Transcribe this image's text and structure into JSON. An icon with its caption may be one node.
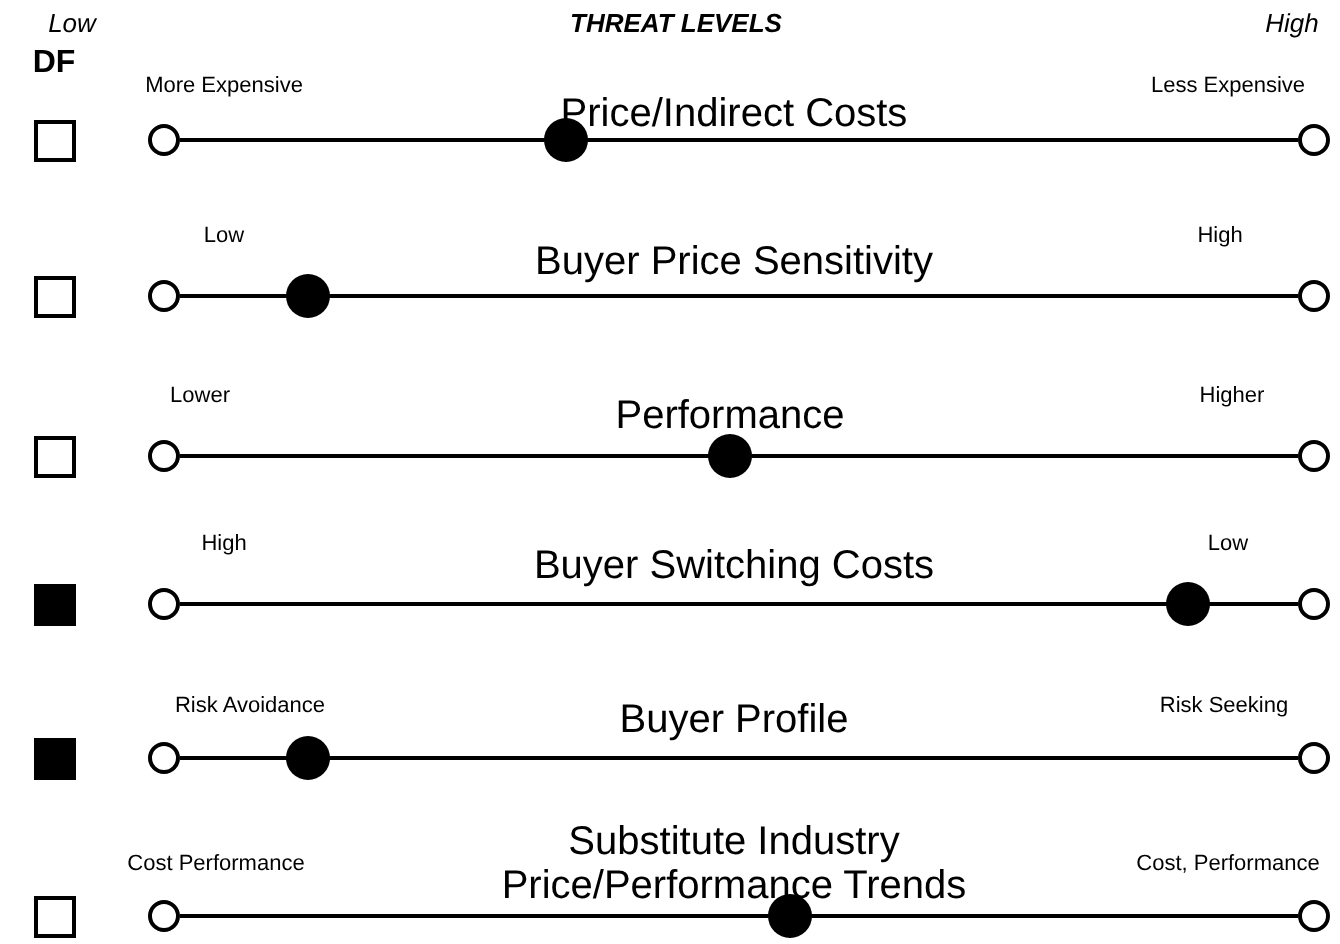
{
  "diagram": {
    "title": "THREAT LEVELS",
    "nodes": [
      {
        "text": [],
        "shape": "box"
      },
      {
        "text": [],
        "shape": "circle"
      },
      {
        "text": [],
        "shape": "circle"
      },
      {
        "text": [],
        "shape": "box"
      },
      {
        "text": [],
        "shape": "circle"
      },
      {
        "text": [],
        "shape": "circle"
      },
      {
        "text": [],
        "shape": "box"
      },
      {
        "text": [],
        "shape": "circle"
      },
      {
        "text": [],
        "shape": "circle"
      },
      {
        "text": [],
        "shape": "box"
      },
      {
        "text": [],
        "shape": "circle"
      },
      {
        "text": [],
        "shape": "circle"
      },
      {
        "text": [],
        "shape": "box"
      },
      {
        "text": [],
        "shape": "circle"
      },
      {
        "text": [],
        "shape": "circle"
      },
      {
        "text": [],
        "shape": "box"
      },
      {
        "text": [],
        "shape": "circle"
      },
      {
        "text": [],
        "shape": "circle"
      }
    ],
    "edges": [
      {
        "from": 1,
        "to": 2,
        "arrow": "none"
      },
      {
        "from": 4,
        "to": 5,
        "arrow": "none"
      },
      {
        "from": 7,
        "to": 8,
        "arrow": "none"
      },
      {
        "from": 10,
        "to": 11,
        "arrow": "none"
      },
      {
        "from": 13,
        "to": 14,
        "arrow": "none"
      },
      {
        "from": 16,
        "to": 17,
        "arrow": "none"
      }
    ],
    "labels": [
      "Low",
      "High",
      "DF",
      "More Expensive",
      "Price/Indirect Costs",
      "Less Expensive",
      "Low",
      "Buyer Price Sensitivity",
      "High",
      "Lower",
      "Performance",
      "Higher",
      "High",
      "Buyer Switching Costs",
      "Low",
      "Risk Avoidance",
      "Buyer Profile",
      "Risk Seeking",
      "Cost Performance",
      "Substitute Industry Price/Performance Trends",
      "Cost, Performance"
    ]
  }
}
